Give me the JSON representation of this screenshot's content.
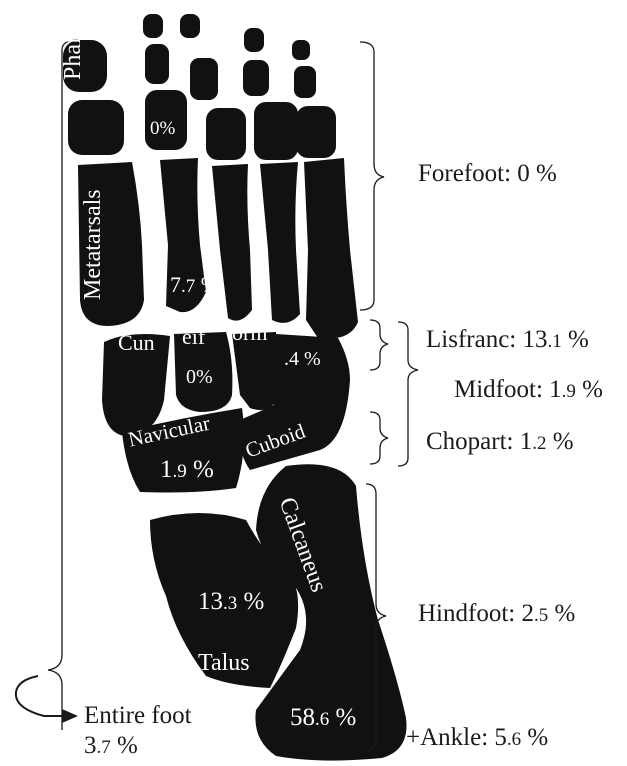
{
  "colors": {
    "bone": "#111111",
    "bone_label": "#ffffff",
    "text": "#1a1a1a",
    "background": "#ffffff"
  },
  "bones": {
    "phalanges": "Phalanges",
    "metatarsals": "Metatarsals",
    "cuneiform_a": "Cun",
    "cuneiform_b": "eif",
    "cuneiform_c": "orm",
    "navicular": "Navicular",
    "cuboid": "Cuboid",
    "calcaneus": "Calcaneus",
    "talus": "Talus"
  },
  "bone_values": {
    "phalanges_main": "0%",
    "metatarsals_main": "7",
    "metatarsals_small": ".7",
    "metatarsals_unit": " %",
    "cuneiform_main": "0%",
    "cuboid_value": ".4 %",
    "navicular_main": "1",
    "navicular_small": ".9",
    "navicular_unit": " %",
    "talus_main": "13",
    "talus_small": ".3",
    "talus_unit": " %",
    "calcaneus_main": "58",
    "calcaneus_small": ".6",
    "calcaneus_unit": " %"
  },
  "regions": {
    "forefoot": "Forefoot: 0 %",
    "lisfranc_main": "Lisfranc: 13",
    "lisfranc_small": ".1",
    "lisfranc_unit": " %",
    "midfoot_main": "Midfoot: 1",
    "midfoot_small": ".9",
    "midfoot_unit": " %",
    "chopart_main": "Chopart: 1",
    "chopart_small": ".2",
    "chopart_unit": " %",
    "hindfoot_main": "Hindfoot: 2",
    "hindfoot_small": ".5",
    "hindfoot_unit": " %",
    "ankle_main": "+Ankle: 5",
    "ankle_small": ".6",
    "ankle_unit": " %"
  },
  "entire_foot": {
    "label": "Entire foot",
    "value_main": "3",
    "value_small": ".7",
    "value_unit": " %"
  }
}
